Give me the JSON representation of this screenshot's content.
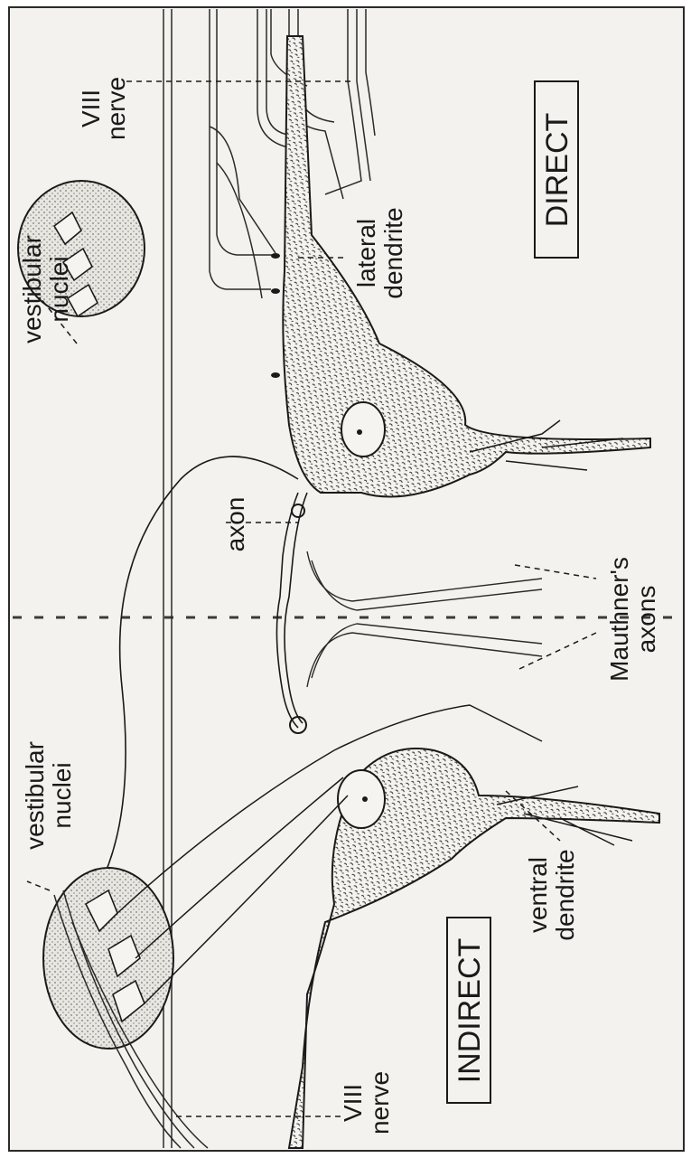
{
  "labels": {
    "viii_nerve_top": [
      "VIII",
      "nerve"
    ],
    "viii_nerve_bottom": [
      "VIII",
      "nerve"
    ],
    "vestibular_nuclei_top": [
      "vestibular",
      "nuclei"
    ],
    "vestibular_nuclei_bottom": [
      "vestibular",
      "nuclei"
    ],
    "lateral_dendrite": [
      "lateral",
      "dendrite"
    ],
    "ventral_dendrite": [
      "ventral",
      "dendrite"
    ],
    "axon": "axon",
    "mauthners_axons": [
      "Mauthner's",
      "axons"
    ],
    "direct": "DIRECT",
    "indirect": "INDIRECT"
  },
  "colors": {
    "background": "#f3f2ee",
    "ink": "#1a1a1a",
    "border": "#2a2a2a"
  }
}
